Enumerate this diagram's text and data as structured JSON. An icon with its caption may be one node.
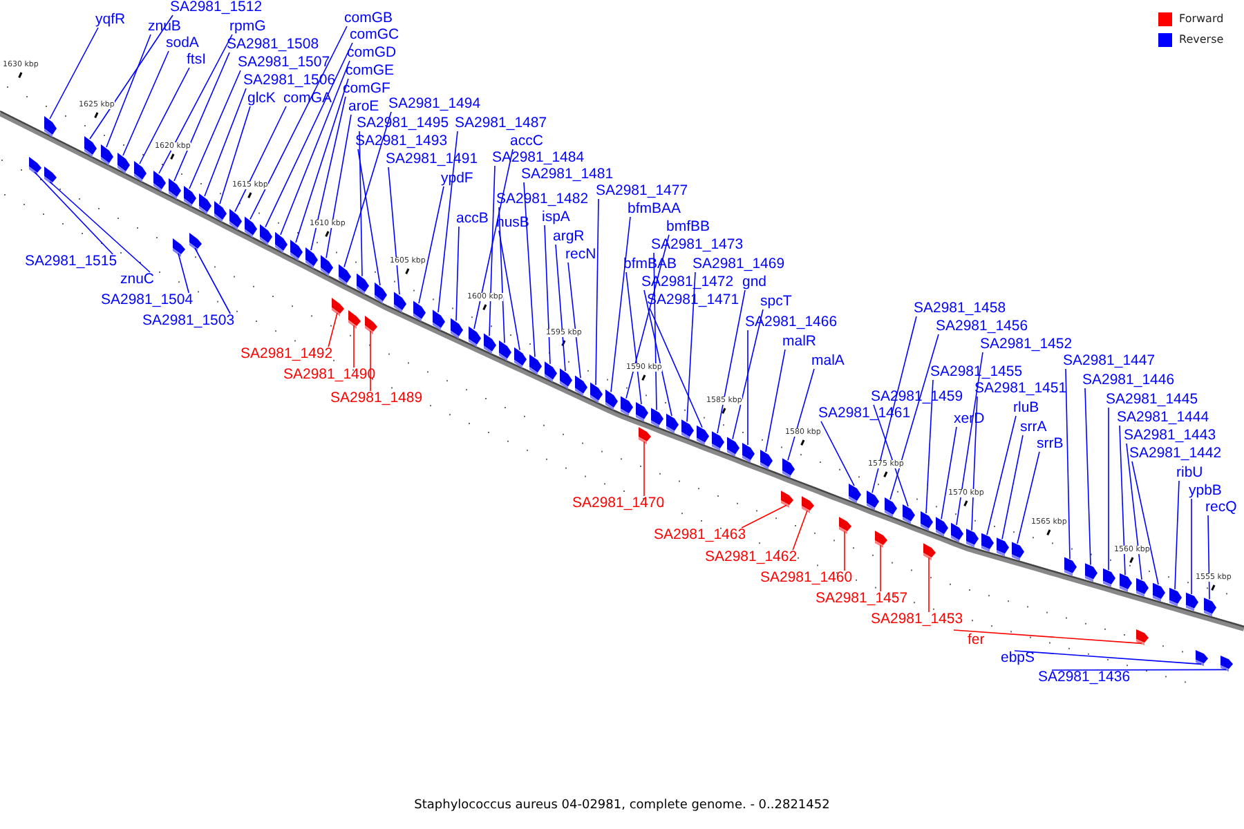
{
  "diagram": {
    "caption": "Staphylococcus aureus 04-02981, complete genome. - 0..2821452",
    "nodes": [
      {
        "text": [
          "yqfR"
        ]
      },
      {
        "text": [
          "SA2981_1512"
        ]
      },
      {
        "text": [
          "znuB"
        ]
      },
      {
        "text": [
          "sodA"
        ]
      },
      {
        "text": [
          "ftsI"
        ]
      },
      {
        "text": [
          "rpmG"
        ]
      },
      {
        "text": [
          "SA2981_1508"
        ]
      },
      {
        "text": [
          "SA2981_1507"
        ]
      },
      {
        "text": [
          "SA2981_1506"
        ]
      },
      {
        "text": [
          "glcK"
        ]
      },
      {
        "text": [
          "comGA"
        ]
      },
      {
        "text": [
          "comGB"
        ]
      },
      {
        "text": [
          "comGC"
        ]
      },
      {
        "text": [
          "comGD"
        ]
      },
      {
        "text": [
          "comGE"
        ]
      },
      {
        "text": [
          "comGF"
        ]
      },
      {
        "text": [
          "aroE"
        ]
      },
      {
        "text": [
          "SA2981_1494"
        ]
      },
      {
        "text": [
          "SA2981_1495"
        ]
      },
      {
        "text": [
          "SA2981_1493"
        ]
      },
      {
        "text": [
          "SA2981_1491"
        ]
      },
      {
        "text": [
          "ypdF"
        ]
      },
      {
        "text": [
          "SA2981_1487"
        ]
      },
      {
        "text": [
          "accC"
        ]
      },
      {
        "text": [
          "SA2981_1484"
        ]
      },
      {
        "text": [
          "SA2981_1481"
        ]
      },
      {
        "text": [
          "SA2981_1482"
        ]
      },
      {
        "text": [
          "accB"
        ]
      },
      {
        "text": [
          "nusB"
        ]
      },
      {
        "text": [
          "ispA"
        ]
      },
      {
        "text": [
          "argR"
        ]
      },
      {
        "text": [
          "recN"
        ]
      },
      {
        "text": [
          "SA2981_1477"
        ]
      },
      {
        "text": [
          "bfmBAA"
        ]
      },
      {
        "text": [
          "bmfBB"
        ]
      },
      {
        "text": [
          "SA2981_1473"
        ]
      },
      {
        "text": [
          "bfmBAB"
        ]
      },
      {
        "text": [
          "SA2981_1469"
        ]
      },
      {
        "text": [
          "SA2981_1472"
        ]
      },
      {
        "text": [
          "gnd"
        ]
      },
      {
        "text": [
          "SA2981_1471"
        ]
      },
      {
        "text": [
          "spcT"
        ]
      },
      {
        "text": [
          "SA2981_1466"
        ]
      },
      {
        "text": [
          "malR"
        ]
      },
      {
        "text": [
          "malA"
        ]
      },
      {
        "text": [
          "SA2981_1461"
        ]
      },
      {
        "text": [
          "SA2981_1458"
        ]
      },
      {
        "text": [
          "SA2981_1456"
        ]
      },
      {
        "text": [
          "SA2981_1452"
        ]
      },
      {
        "text": [
          "SA2981_1455"
        ]
      },
      {
        "text": [
          "SA2981_1459"
        ]
      },
      {
        "text": [
          "SA2981_1451"
        ]
      },
      {
        "text": [
          "xerD"
        ]
      },
      {
        "text": [
          "rluB"
        ]
      },
      {
        "text": [
          "srrA"
        ]
      },
      {
        "text": [
          "srrB"
        ]
      },
      {
        "text": [
          "SA2981_1447"
        ]
      },
      {
        "text": [
          "SA2981_1446"
        ]
      },
      {
        "text": [
          "SA2981_1445"
        ]
      },
      {
        "text": [
          "SA2981_1444"
        ]
      },
      {
        "text": [
          "SA2981_1443"
        ]
      },
      {
        "text": [
          "SA2981_1442"
        ]
      },
      {
        "text": [
          "ribU"
        ]
      },
      {
        "text": [
          "ypbB"
        ]
      },
      {
        "text": [
          "recQ"
        ]
      },
      {
        "text": [
          "SA2981_1515"
        ]
      },
      {
        "text": [
          "znuC"
        ]
      },
      {
        "text": [
          "SA2981_1504"
        ]
      },
      {
        "text": [
          "SA2981_1503"
        ]
      },
      {
        "text": [
          "SA2981_1492"
        ]
      },
      {
        "text": [
          "SA2981_1490"
        ]
      },
      {
        "text": [
          "SA2981_1489"
        ]
      },
      {
        "text": [
          "SA2981_1470"
        ]
      },
      {
        "text": [
          "SA2981_1463"
        ]
      },
      {
        "text": [
          "SA2981_1462"
        ]
      },
      {
        "text": [
          "SA2981_1460"
        ]
      },
      {
        "text": [
          "SA2981_1457"
        ]
      },
      {
        "text": [
          "SA2981_1453"
        ]
      },
      {
        "text": [
          "fer"
        ]
      },
      {
        "text": [
          "ebpS"
        ]
      },
      {
        "text": [
          "SA2981_1436"
        ]
      },
      {
        "text": [],
        "shape": "box"
      },
      {
        "text": [],
        "shape": "box"
      },
      {
        "text": [],
        "shape": "box"
      },
      {
        "text": [],
        "shape": "box"
      },
      {
        "text": [],
        "shape": "box"
      },
      {
        "text": [],
        "shape": "box"
      },
      {
        "text": [],
        "shape": "box"
      },
      {
        "text": [],
        "shape": "box"
      },
      {
        "text": [],
        "shape": "box"
      },
      {
        "text": [],
        "shape": "box"
      },
      {
        "text": [],
        "shape": "box"
      },
      {
        "text": [],
        "shape": "box"
      },
      {
        "text": [],
        "shape": "box"
      },
      {
        "text": [],
        "shape": "box"
      },
      {
        "text": [],
        "shape": "box"
      },
      {
        "text": [],
        "shape": "box"
      },
      {
        "text": [],
        "shape": "box"
      },
      {
        "text": [],
        "shape": "box"
      },
      {
        "text": [],
        "shape": "box"
      },
      {
        "text": [],
        "shape": "box"
      },
      {
        "text": [],
        "shape": "box"
      },
      {
        "text": [],
        "shape": "box"
      },
      {
        "text": [],
        "shape": "box"
      },
      {
        "text": [],
        "shape": "box"
      },
      {
        "text": [],
        "shape": "box"
      },
      {
        "text": [],
        "shape": "box"
      },
      {
        "text": [],
        "shape": "box"
      },
      {
        "text": [],
        "shape": "box"
      },
      {
        "text": [],
        "shape": "box"
      },
      {
        "text": [],
        "shape": "box"
      },
      {
        "text": [],
        "shape": "box"
      },
      {
        "text": [],
        "shape": "box"
      },
      {
        "text": [],
        "shape": "box"
      },
      {
        "text": [],
        "shape": "box"
      },
      {
        "text": [],
        "shape": "box"
      },
      {
        "text": [],
        "shape": "box"
      },
      {
        "text": [],
        "shape": "box"
      },
      {
        "text": [],
        "shape": "box"
      },
      {
        "text": [],
        "shape": "box"
      },
      {
        "text": [],
        "shape": "box"
      },
      {
        "text": [],
        "shape": "box"
      },
      {
        "text": [],
        "shape": "box"
      },
      {
        "text": [],
        "shape": "box"
      },
      {
        "text": [],
        "shape": "box"
      },
      {
        "text": [],
        "shape": "box"
      },
      {
        "text": [],
        "shape": "box"
      },
      {
        "text": [],
        "shape": "box"
      },
      {
        "text": [],
        "shape": "box"
      },
      {
        "text": [],
        "shape": "box"
      },
      {
        "text": [],
        "shape": "box"
      },
      {
        "text": [],
        "shape": "box"
      },
      {
        "text": [],
        "shape": "box"
      },
      {
        "text": [],
        "shape": "box"
      },
      {
        "text": [],
        "shape": "box"
      },
      {
        "text": [],
        "shape": "box"
      },
      {
        "text": [],
        "shape": "box"
      },
      {
        "text": [],
        "shape": "box"
      },
      {
        "text": [],
        "shape": "box"
      },
      {
        "text": [],
        "shape": "box"
      },
      {
        "text": [],
        "shape": "box"
      },
      {
        "text": [],
        "shape": "box"
      },
      {
        "text": [],
        "shape": "box"
      },
      {
        "text": [],
        "shape": "box"
      },
      {
        "text": [],
        "shape": "box"
      },
      {
        "text": [],
        "shape": "box"
      },
      {
        "text": [],
        "shape": "box"
      },
      {
        "text": [],
        "shape": "box"
      },
      {
        "text": [],
        "shape": "box"
      },
      {
        "text": [],
        "shape": "box"
      },
      {
        "text": [],
        "shape": "box"
      },
      {
        "text": [],
        "shape": "box"
      },
      {
        "text": [],
        "shape": "box"
      },
      {
        "text": [],
        "shape": "box"
      },
      {
        "text": [],
        "shape": "box"
      },
      {
        "text": [],
        "shape": "box"
      },
      {
        "text": [],
        "shape": "box"
      },
      {
        "text": [],
        "shape": "box"
      },
      {
        "text": [],
        "shape": "box"
      },
      {
        "text": [],
        "shape": "box"
      },
      {
        "text": [],
        "shape": "box"
      },
      {
        "text": [],
        "shape": "box"
      }
    ],
    "edges": [
      {
        "from": 0,
        "to": 81,
        "arrow": "none"
      },
      {
        "from": 1,
        "to": 82,
        "arrow": "none"
      },
      {
        "from": 2,
        "to": 83,
        "arrow": "none"
      },
      {
        "from": 3,
        "to": 84,
        "arrow": "none"
      },
      {
        "from": 4,
        "to": 85,
        "arrow": "none"
      },
      {
        "from": 5,
        "to": 86,
        "arrow": "none"
      },
      {
        "from": 6,
        "to": 87,
        "arrow": "none"
      },
      {
        "from": 7,
        "to": 88,
        "arrow": "none"
      },
      {
        "from": 8,
        "to": 89,
        "arrow": "none"
      },
      {
        "from": 9,
        "to": 90,
        "arrow": "none"
      },
      {
        "from": 10,
        "to": 91,
        "arrow": "none"
      },
      {
        "from": 11,
        "to": 92,
        "arrow": "none"
      },
      {
        "from": 12,
        "to": 93,
        "arrow": "none"
      },
      {
        "from": 13,
        "to": 94,
        "arrow": "none"
      },
      {
        "from": 14,
        "to": 95,
        "arrow": "none"
      },
      {
        "from": 15,
        "to": 96,
        "arrow": "none"
      },
      {
        "from": 16,
        "to": 97,
        "arrow": "none"
      },
      {
        "from": 17,
        "to": 98,
        "arrow": "none"
      },
      {
        "from": 18,
        "to": 99,
        "arrow": "none"
      },
      {
        "from": 19,
        "to": 100,
        "arrow": "none"
      },
      {
        "from": 20,
        "to": 101,
        "arrow": "none"
      },
      {
        "from": 21,
        "to": 102,
        "arrow": "none"
      },
      {
        "from": 22,
        "to": 103,
        "arrow": "none"
      },
      {
        "from": 23,
        "to": 104,
        "arrow": "none"
      },
      {
        "from": 24,
        "to": 105,
        "arrow": "none"
      },
      {
        "from": 25,
        "to": 106,
        "arrow": "none"
      },
      {
        "from": 26,
        "to": 107,
        "arrow": "none"
      },
      {
        "from": 27,
        "to": 108,
        "arrow": "none"
      },
      {
        "from": 28,
        "to": 109,
        "arrow": "none"
      },
      {
        "from": 29,
        "to": 110,
        "arrow": "none"
      },
      {
        "from": 30,
        "to": 111,
        "arrow": "none"
      },
      {
        "from": 31,
        "to": 112,
        "arrow": "none"
      },
      {
        "from": 32,
        "to": 113,
        "arrow": "none"
      },
      {
        "from": 33,
        "to": 114,
        "arrow": "none"
      },
      {
        "from": 34,
        "to": 115,
        "arrow": "none"
      },
      {
        "from": 35,
        "to": 116,
        "arrow": "none"
      },
      {
        "from": 36,
        "to": 117,
        "arrow": "none"
      },
      {
        "from": 37,
        "to": 118,
        "arrow": "none"
      },
      {
        "from": 38,
        "to": 119,
        "arrow": "none"
      },
      {
        "from": 39,
        "to": 120,
        "arrow": "none"
      },
      {
        "from": 40,
        "to": 121,
        "arrow": "none"
      },
      {
        "from": 41,
        "to": 122,
        "arrow": "none"
      },
      {
        "from": 42,
        "to": 123,
        "arrow": "none"
      },
      {
        "from": 43,
        "to": 124,
        "arrow": "none"
      },
      {
        "from": 44,
        "to": 125,
        "arrow": "none"
      },
      {
        "from": 45,
        "to": 126,
        "arrow": "none"
      },
      {
        "from": 46,
        "to": 127,
        "arrow": "none"
      },
      {
        "from": 47,
        "to": 128,
        "arrow": "none"
      },
      {
        "from": 48,
        "to": 129,
        "arrow": "none"
      },
      {
        "from": 49,
        "to": 130,
        "arrow": "none"
      },
      {
        "from": 50,
        "to": 131,
        "arrow": "none"
      },
      {
        "from": 51,
        "to": 132,
        "arrow": "none"
      },
      {
        "from": 52,
        "to": 133,
        "arrow": "none"
      },
      {
        "from": 53,
        "to": 134,
        "arrow": "none"
      },
      {
        "from": 54,
        "to": 135,
        "arrow": "none"
      },
      {
        "from": 55,
        "to": 136,
        "arrow": "none"
      },
      {
        "from": 56,
        "to": 137,
        "arrow": "none"
      },
      {
        "from": 57,
        "to": 138,
        "arrow": "none"
      },
      {
        "from": 58,
        "to": 139,
        "arrow": "none"
      },
      {
        "from": 59,
        "to": 140,
        "arrow": "none"
      },
      {
        "from": 60,
        "to": 141,
        "arrow": "none"
      },
      {
        "from": 61,
        "to": 142,
        "arrow": "none"
      },
      {
        "from": 62,
        "to": 143,
        "arrow": "none"
      },
      {
        "from": 63,
        "to": 144,
        "arrow": "none"
      },
      {
        "from": 64,
        "to": 145,
        "arrow": "none"
      },
      {
        "from": 65,
        "to": 146,
        "arrow": "none"
      },
      {
        "from": 66,
        "to": 147,
        "arrow": "none"
      },
      {
        "from": 67,
        "to": 148,
        "arrow": "none"
      },
      {
        "from": 68,
        "to": 149,
        "arrow": "none"
      },
      {
        "from": 69,
        "to": 150,
        "arrow": "none",
        "color": "#ff0000"
      },
      {
        "from": 70,
        "to": 151,
        "arrow": "none",
        "color": "#ff0000"
      },
      {
        "from": 71,
        "to": 152,
        "arrow": "none",
        "color": "#ff0000"
      },
      {
        "from": 72,
        "to": 153,
        "arrow": "none",
        "color": "#ff0000"
      },
      {
        "from": 73,
        "to": 154,
        "arrow": "none",
        "color": "#ff0000"
      },
      {
        "from": 74,
        "to": 155,
        "arrow": "none",
        "color": "#ff0000"
      },
      {
        "from": 75,
        "to": 156,
        "arrow": "none",
        "color": "#ff0000"
      },
      {
        "from": 76,
        "to": 157,
        "arrow": "none",
        "color": "#ff0000"
      },
      {
        "from": 77,
        "to": 158,
        "arrow": "none",
        "color": "#ff0000"
      },
      {
        "from": 78,
        "to": 159,
        "arrow": "none",
        "color": "#ff0000"
      },
      {
        "from": 79,
        "to": 160,
        "arrow": "none"
      },
      {
        "from": 80,
        "to": 161,
        "arrow": "none"
      }
    ],
    "labels": [
      "1630 kbp",
      "1625 kbp",
      "1620 kbp",
      "1615 kbp",
      "1610 kbp",
      "1605 kbp",
      "1600 kbp",
      "1595 kbp",
      "1590 kbp",
      "1585 kbp",
      "1580 kbp",
      "1575 kbp",
      "1570 kbp",
      "1565 kbp",
      "1560 kbp",
      "1555 kbp"
    ],
    "legend": [
      {
        "text": "Forward",
        "color": "#ff0000"
      },
      {
        "text": "Reverse",
        "color": "#0000ff"
      }
    ]
  }
}
